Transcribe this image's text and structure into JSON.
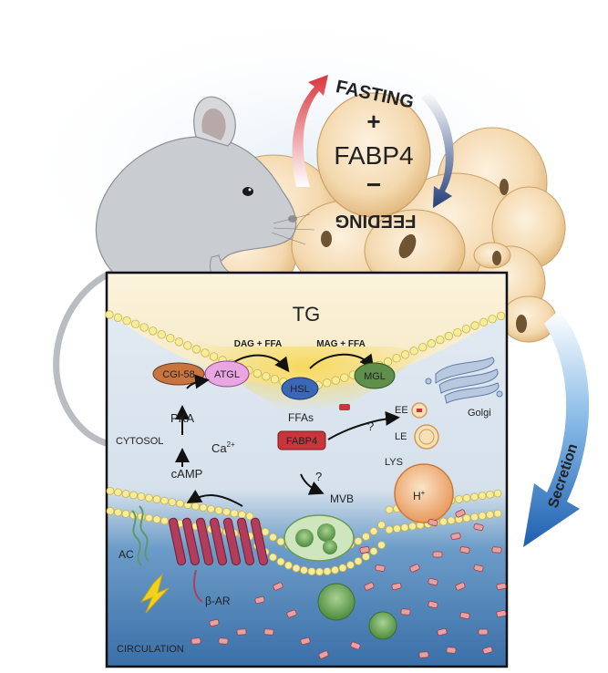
{
  "top": {
    "fasting": "FASTING",
    "feeding": "FEEDING",
    "protein": "FABP4",
    "plus": "+",
    "minus": "−"
  },
  "panel": {
    "tg": "TG",
    "dag_ffa": "DAG + FFA",
    "mag_ffa": "MAG + FFA",
    "cgi58": "CGI-58",
    "atgl": "ATGL",
    "hsl": "HSL",
    "mgl": "MGL",
    "ffas": "FFAs",
    "fabp4": "FABP4",
    "pka": "PKA",
    "cytosol": "CYTOSOL",
    "ca": "Ca",
    "ca_sup": "2+",
    "camp": "cAMP",
    "q1": "?",
    "q2": "?",
    "ee": "EE",
    "le": "LE",
    "lys": "LYS",
    "golgi": "Golgi",
    "h": "H",
    "h_sup": "+",
    "mvb": "MVB",
    "ac": "AC",
    "bar": "β-AR",
    "circulation": "CIRCULATION"
  },
  "secretion": "Secretion",
  "colors": {
    "atgl": "#e9a6e3",
    "hsl": "#3b67b8",
    "mgl": "#5f8f4a",
    "cgi58": "#c8743e",
    "fabp4": "#c8353d",
    "secretion_arrow": "#2d79c7",
    "fasting_arrow": "#d9363e",
    "feeding_arrow": "#243f7a"
  }
}
